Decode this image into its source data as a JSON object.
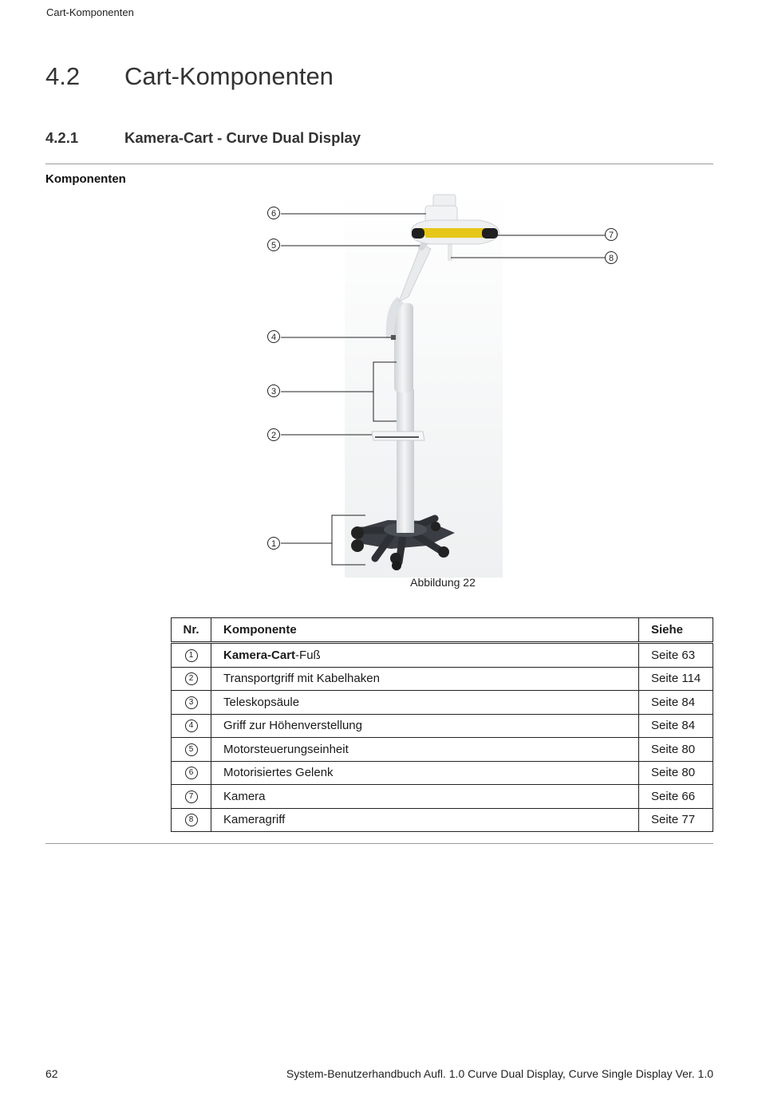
{
  "header": {
    "running_title": "Cart-Komponenten"
  },
  "chapter": {
    "number": "4.2",
    "title": "Cart-Komponenten"
  },
  "section": {
    "number": "4.2.1",
    "title": "Kamera-Cart - Curve Dual Display"
  },
  "subheading": "Komponenten",
  "figure": {
    "caption": "Abbildung 22",
    "callouts": [
      "6",
      "5",
      "7",
      "8",
      "4",
      "3",
      "2",
      "1"
    ]
  },
  "table": {
    "headers": {
      "nr": "Nr.",
      "component": "Komponente",
      "see": "Siehe"
    },
    "rows": [
      {
        "nr": "1",
        "component_bold": "Kamera-Cart",
        "component": "-Fuß",
        "see": "Seite 63"
      },
      {
        "nr": "2",
        "component_bold": "",
        "component": "Transportgriff mit Kabelhaken",
        "see": "Seite 114"
      },
      {
        "nr": "3",
        "component_bold": "",
        "component": "Teleskopsäule",
        "see": "Seite 84"
      },
      {
        "nr": "4",
        "component_bold": "",
        "component": "Griff zur Höhenverstellung",
        "see": "Seite 84"
      },
      {
        "nr": "5",
        "component_bold": "",
        "component": "Motorsteuerungseinheit",
        "see": "Seite 80"
      },
      {
        "nr": "6",
        "component_bold": "",
        "component": "Motorisiertes Gelenk",
        "see": "Seite 80"
      },
      {
        "nr": "7",
        "component_bold": "",
        "component": "Kamera",
        "see": "Seite 66"
      },
      {
        "nr": "8",
        "component_bold": "",
        "component": "Kameragriff",
        "see": "Seite 77"
      }
    ]
  },
  "footer": {
    "page_number": "62",
    "document": "System-Benutzerhandbuch Aufl. 1.0 Curve Dual Display, Curve Single Display Ver. 1.0"
  },
  "colors": {
    "camera_accent": "#e6c619",
    "base": "#3c4046",
    "column": "#e9ebed"
  }
}
